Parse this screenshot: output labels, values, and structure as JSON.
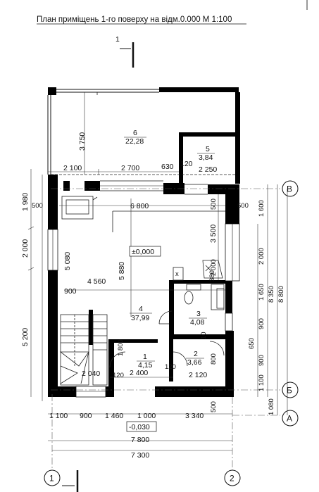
{
  "title": "План приміщень 1-го поверху на відм.0.000 М 1:100",
  "section_mark": "1",
  "level_main": "±0,000",
  "level_outside": "-0,030",
  "rooms": [
    {
      "num": "6",
      "area": "22,28"
    },
    {
      "num": "5",
      "area": "3,84"
    },
    {
      "num": "4",
      "area": "37,99"
    },
    {
      "num": "3",
      "area": "4,08"
    },
    {
      "num": "1",
      "area": "4,15"
    },
    {
      "num": "2",
      "area": "3,66"
    }
  ],
  "axes": {
    "v": "В",
    "b": "Б",
    "a": "А",
    "n1": "1",
    "n2": "2"
  },
  "dims": {
    "top_2100": "2 100",
    "top_2700": "2 700",
    "top_630": "630",
    "top_120": "120",
    "top_2250": "2 250",
    "v3750": "3 750",
    "int_6800": "6 800",
    "int_5080": "5 080",
    "int_5880": "5 880",
    "int_4560": "4 560",
    "int_900": "900",
    "int_3500": "3 500",
    "int_2000": "2 000",
    "int_380": "380",
    "int_1800": "1 800",
    "int_2400": "2 400",
    "int_2040": "2 040",
    "int_120a": "120",
    "int_120b": "120",
    "int_800": "800",
    "int_2120": "2 120",
    "int_500a": "500",
    "int_500b": "500",
    "int_500c": "500",
    "int_10": "10",
    "l1980": "1 980",
    "l2000": "2 000",
    "l5200": "5 200",
    "r1600": "1 600",
    "r2000": "2 000",
    "r1650": "1 650",
    "r900": "900",
    "r650": "650",
    "r900b": "900",
    "r1100": "1 100",
    "r1080": "1 080",
    "r8350": "8 350",
    "r8800": "8 800",
    "b1100": "1 100",
    "b900": "900",
    "b1460": "1 460",
    "b1000": "1 000",
    "b3340": "3 340",
    "b7800": "7 800",
    "b7300": "7 300"
  }
}
